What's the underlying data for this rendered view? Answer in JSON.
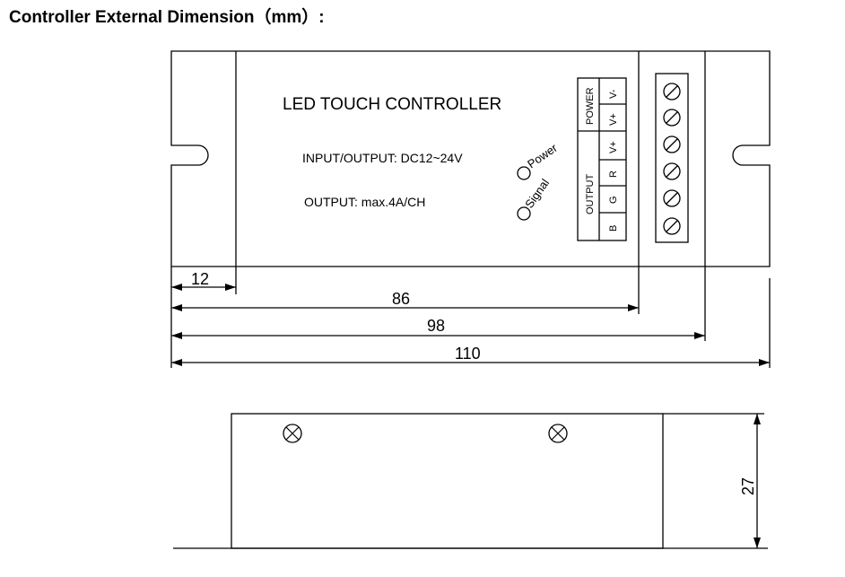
{
  "header": {
    "title": "Controller External Dimension（mm）:"
  },
  "top_view": {
    "product_name": "LED TOUCH  CONTROLLER",
    "input_output": "INPUT/OUTPUT: DC12~24V",
    "output": "OUTPUT: max.4A/CH",
    "leds": {
      "power": "Power",
      "signal": "Signal"
    },
    "terminal_block": {
      "power_label": "POWER",
      "output_label": "OUTPUT",
      "pins": [
        "V-",
        "V+",
        "V+",
        "R",
        "G",
        "B"
      ]
    }
  },
  "dimensions": {
    "d12": "12",
    "d86": "86",
    "d98": "98",
    "d110": "110",
    "d27": "27"
  }
}
